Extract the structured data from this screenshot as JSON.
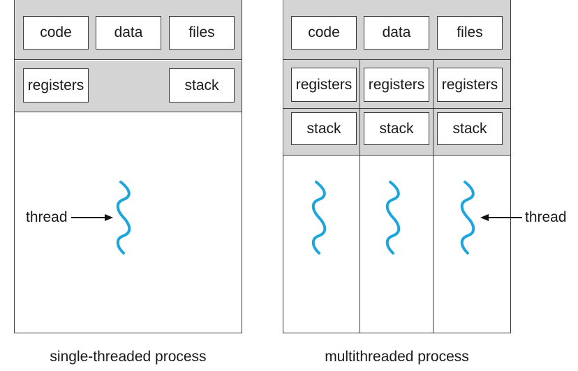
{
  "single": {
    "code": "code",
    "data": "data",
    "files": "files",
    "registers": "registers",
    "stack": "stack",
    "thread_label": "thread",
    "caption": "single-threaded process"
  },
  "multi": {
    "code": "code",
    "data": "data",
    "files": "files",
    "threads": [
      {
        "registers": "registers",
        "stack": "stack"
      },
      {
        "registers": "registers",
        "stack": "stack"
      },
      {
        "registers": "registers",
        "stack": "stack"
      }
    ],
    "thread_label": "thread",
    "caption": "multithreaded process"
  },
  "colors": {
    "thread": "#1ea6dc",
    "shaded": "#d4d4d4",
    "border": "#3a3a3a"
  }
}
